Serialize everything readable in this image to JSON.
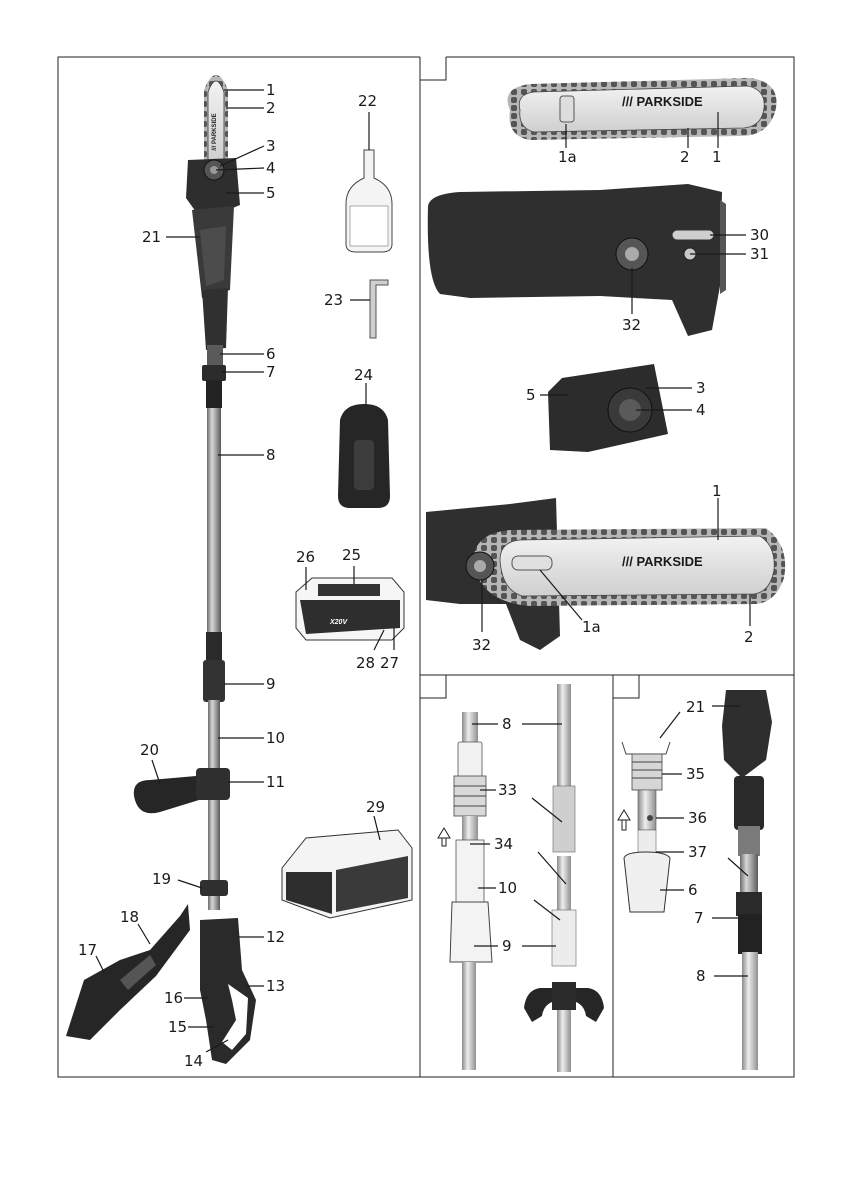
{
  "panels": {
    "main_number": "",
    "a_number": "",
    "b_number": "",
    "c_number": ""
  },
  "brand": {
    "bar_text": "/// PARKSIDE",
    "charger_logo": "X20V"
  },
  "labels": {
    "main": [
      "1",
      "2",
      "3",
      "4",
      "5",
      "21",
      "22",
      "6",
      "7",
      "23",
      "24",
      "8",
      "26",
      "25",
      "28",
      "27",
      "9",
      "10",
      "20",
      "11",
      "29",
      "19",
      "12",
      "18",
      "17",
      "13",
      "16",
      "15",
      "14"
    ],
    "a": [
      "1",
      "2",
      "1a",
      "30",
      "31",
      "32",
      "3",
      "5",
      "4",
      "1",
      "32",
      "1a",
      "2"
    ],
    "b": [
      "8",
      "33",
      "34",
      "10",
      "9"
    ],
    "c": [
      "21",
      "35",
      "36",
      "37",
      "6",
      "7",
      "8"
    ]
  }
}
